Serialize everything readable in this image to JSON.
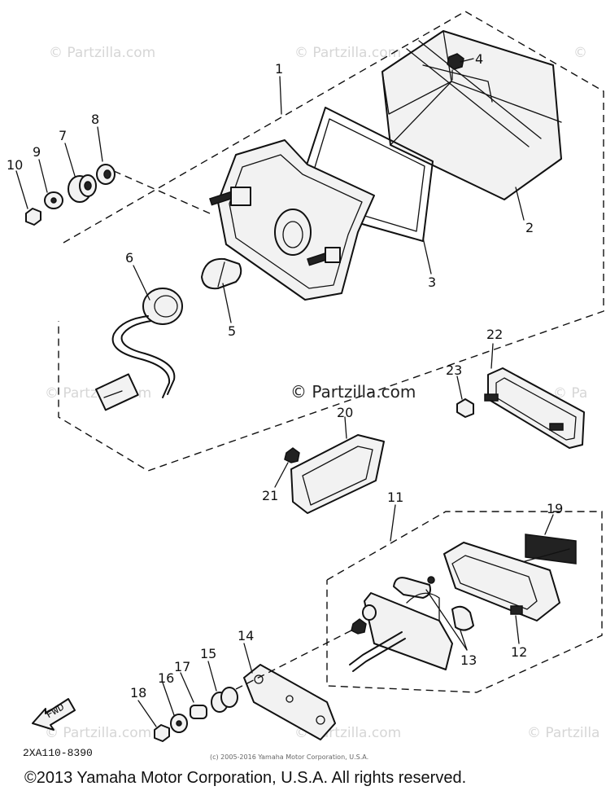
{
  "watermarks": {
    "top_left": "© Partzilla.com",
    "top_center": "© Partzilla.com",
    "top_right": "©",
    "center": "© Partzilla.com",
    "mid_left": "© Partzilla.com",
    "mid_right": "© Pa",
    "bottom_left": "© Partzilla.com",
    "bottom_center": "© Partzilla.com",
    "bottom_right": "© Partzilla"
  },
  "callouts": {
    "c1": "1",
    "c2": "2",
    "c3": "3",
    "c4": "4",
    "c5": "5",
    "c6": "6",
    "c7": "7",
    "c8": "8",
    "c9": "9",
    "c10": "10",
    "c11": "11",
    "c12": "12",
    "c13": "13",
    "c14": "14",
    "c15": "15",
    "c16": "16",
    "c17": "17",
    "c18": "18",
    "c19": "19",
    "c20": "20",
    "c21": "21",
    "c22": "22",
    "c23": "23"
  },
  "fwd_label": "FWD",
  "diagram_code": "2XA110-8390",
  "fine_print": "(c) 2005-2016 Yamaha Motor Corporation, U.S.A.",
  "copyright": "©2013 Yamaha Motor Corporation, U.S.A. All rights reserved."
}
